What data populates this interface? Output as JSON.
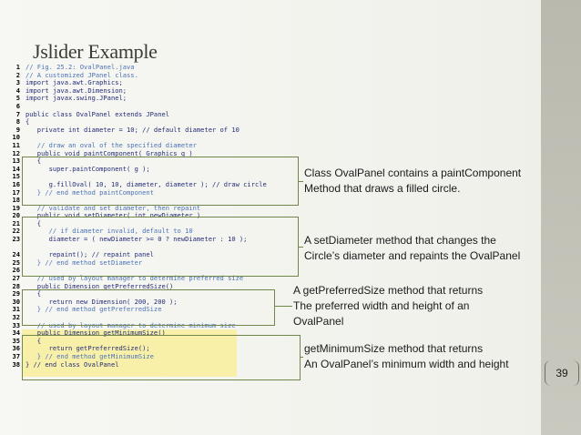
{
  "slide": {
    "title": "Jslider Example",
    "page_number": "39"
  },
  "code_lines": [
    {
      "n": "1",
      "t": "// Fig. 25.2: OvalPanel.java",
      "c": true
    },
    {
      "n": "2",
      "t": "// A customized JPanel class.",
      "c": true
    },
    {
      "n": "3",
      "t": "import java.awt.Graphics;",
      "c": false
    },
    {
      "n": "4",
      "t": "import java.awt.Dimension;",
      "c": false
    },
    {
      "n": "5",
      "t": "import javax.swing.JPanel;",
      "c": false
    },
    {
      "n": "6",
      "t": "",
      "c": false
    },
    {
      "n": "7",
      "t": "public class OvalPanel extends JPanel",
      "c": false
    },
    {
      "n": "8",
      "t": "{",
      "c": false
    },
    {
      "n": "9",
      "t": "   private int diameter = 10; // default diameter of 10",
      "c": false
    },
    {
      "n": "10",
      "t": "",
      "c": false
    },
    {
      "n": "11",
      "t": "   // draw an oval of the specified diameter",
      "c": true
    },
    {
      "n": "12",
      "t": "   public void paintComponent( Graphics g )",
      "c": false
    },
    {
      "n": "13",
      "t": "   {",
      "c": false
    },
    {
      "n": "14",
      "t": "      super.paintComponent( g );",
      "c": false
    },
    {
      "n": "15",
      "t": "",
      "c": false
    },
    {
      "n": "16",
      "t": "      g.fillOval( 10, 10, diameter, diameter ); // draw circle",
      "c": false
    },
    {
      "n": "17",
      "t": "   } // end method paintComponent",
      "c": true
    },
    {
      "n": "18",
      "t": "",
      "c": false
    },
    {
      "n": "19",
      "t": "   // validate and set diameter, then repaint",
      "c": true
    },
    {
      "n": "20",
      "t": "   public void setDiameter( int newDiameter )",
      "c": false
    },
    {
      "n": "21",
      "t": "   {",
      "c": false
    },
    {
      "n": "22",
      "t": "      // if diameter invalid, default to 10",
      "c": true
    },
    {
      "n": "23",
      "t": "      diameter = ( newDiameter >= 0 ? newDiameter : 10 );",
      "c": false
    },
    {
      "n": "",
      "t": "",
      "c": false
    },
    {
      "n": "24",
      "t": "      repaint(); // repaint panel",
      "c": false
    },
    {
      "n": "25",
      "t": "   } // end method setDiameter",
      "c": true
    },
    {
      "n": "26",
      "t": "",
      "c": false
    },
    {
      "n": "27",
      "t": "   // used by layout manager to determine preferred size",
      "c": true
    },
    {
      "n": "28",
      "t": "   public Dimension getPreferredSize()",
      "c": false
    },
    {
      "n": "29",
      "t": "   {",
      "c": false
    },
    {
      "n": "30",
      "t": "      return new Dimension( 200, 200 );",
      "c": false
    },
    {
      "n": "31",
      "t": "   } // end method getPreferredSize",
      "c": true
    },
    {
      "n": "32",
      "t": "",
      "c": false
    },
    {
      "n": "33",
      "t": "   // used by layout manager to determine minimum size",
      "c": true
    },
    {
      "n": "34",
      "t": "   public Dimension getMinimumSize()",
      "c": false
    },
    {
      "n": "35",
      "t": "   {",
      "c": false
    },
    {
      "n": "36",
      "t": "      return getPreferredSize();",
      "c": false
    },
    {
      "n": "37",
      "t": "   } // end method getMinimumSize",
      "c": true
    },
    {
      "n": "38",
      "t": "} // end class OvalPanel",
      "c": false
    }
  ],
  "annotations": {
    "paint": "Class OvalPanel contains a paintComponent\nMethod that draws a filled circle.",
    "set_diameter": "A setDiameter method that changes the\nCircle’s diameter and repaints the OvalPanel",
    "preferred": "A getPreferredSize method that returns\nThe preferred width and height of an\nOvalPanel",
    "minimum": "getMinimumSize method that returns\nAn OvalPanel’s minimum width and height"
  },
  "colors": {
    "code_text": "#232c78",
    "code_comment": "#4b73b8",
    "highlight": "#f8f0a8",
    "box_border": "#71864a",
    "right_bar": "#b9b9ae"
  }
}
